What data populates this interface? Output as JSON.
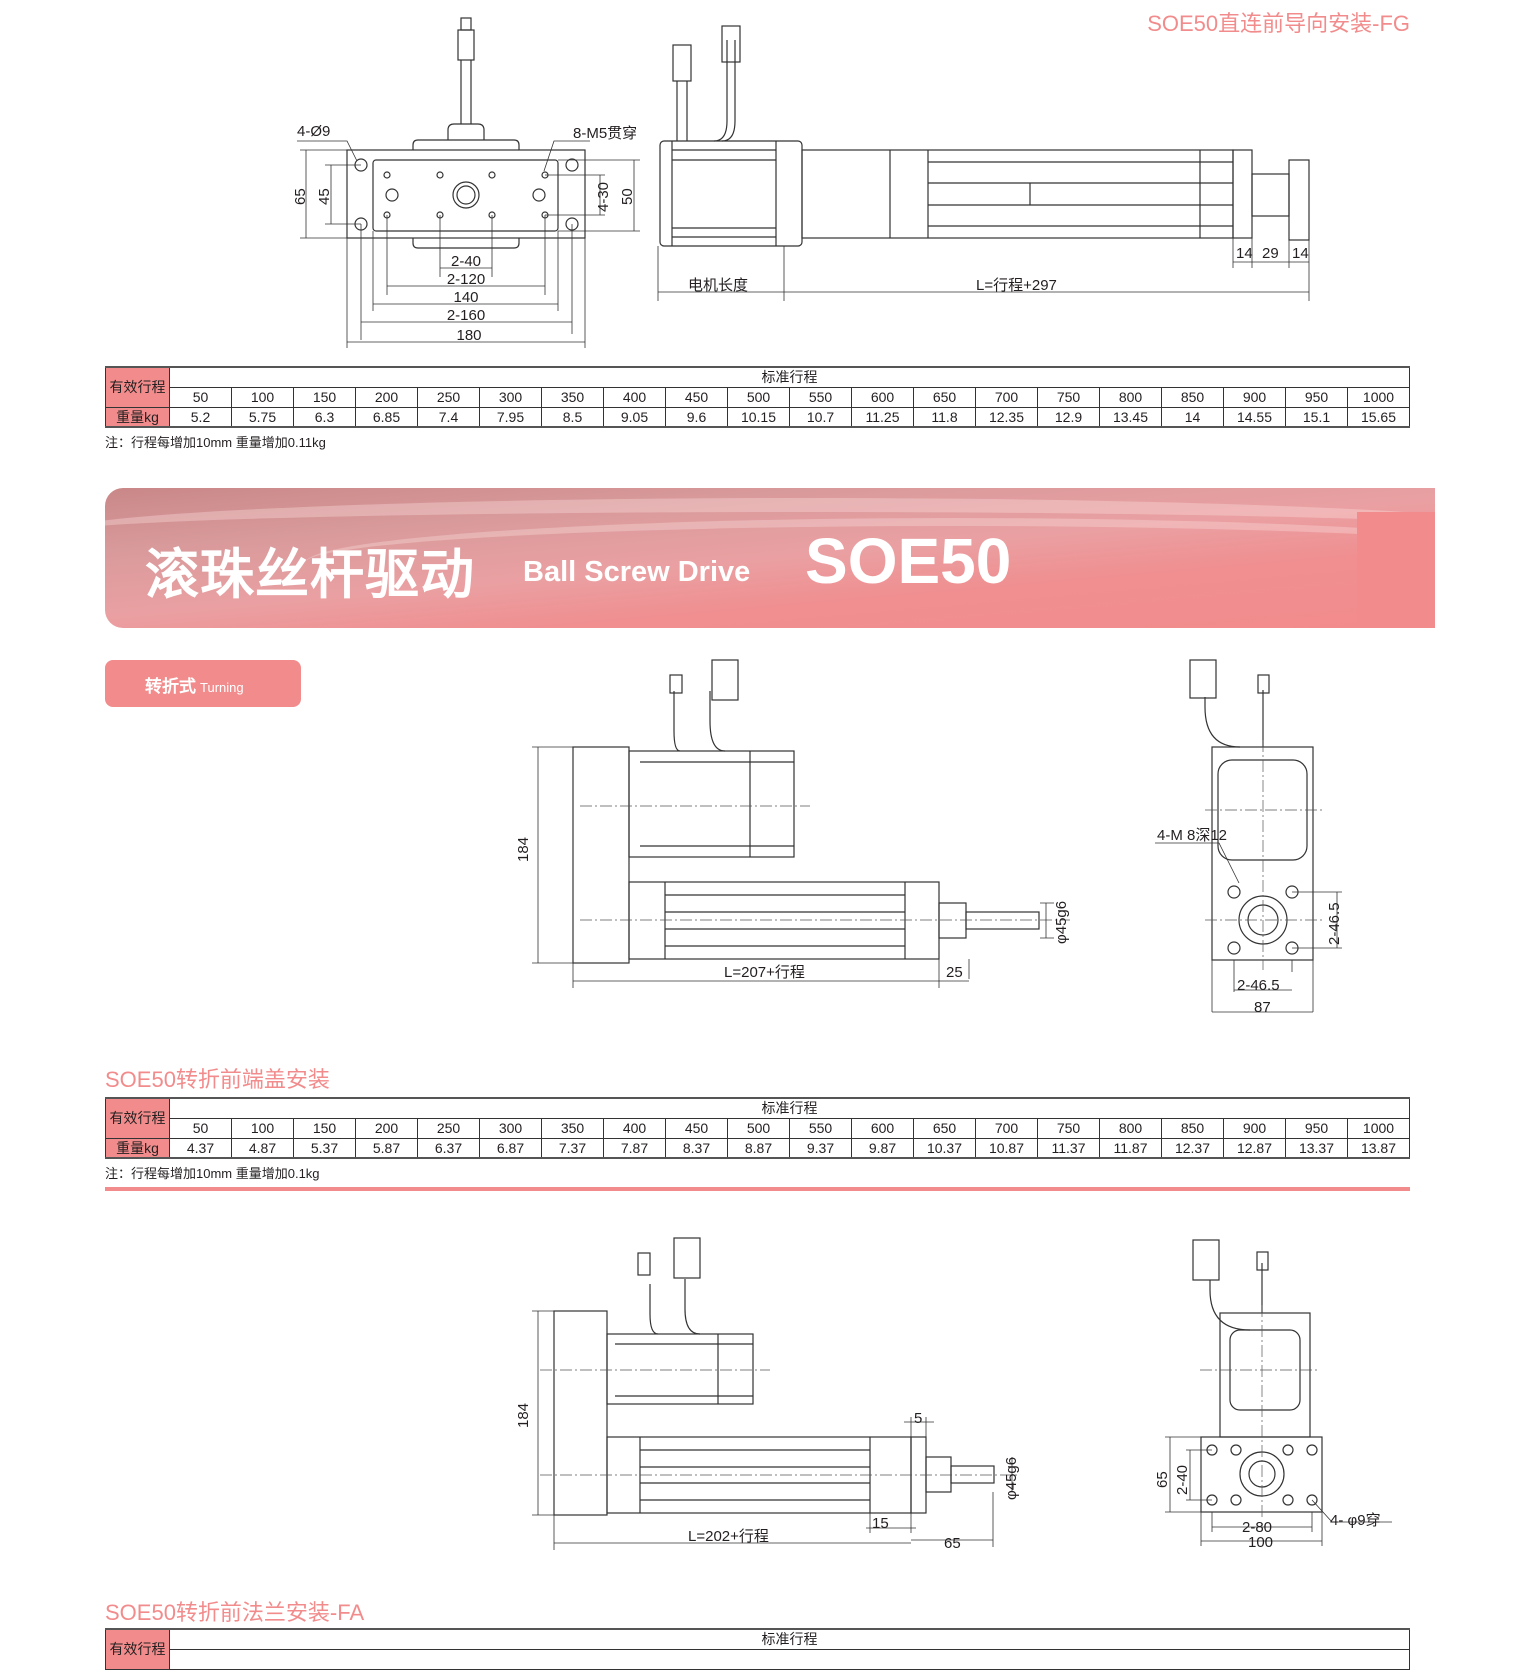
{
  "sections": {
    "fg_title": "SOE50直连前导向安装-FG",
    "front_cover_title": "SOE50转折前端盖安装",
    "flange_title": "SOE50转折前法兰安装-FA"
  },
  "banner": {
    "cn": "滚珠丝杆驱动",
    "en": "Ball Screw Drive",
    "model": "SOE50"
  },
  "pill": {
    "cn": "转折式",
    "en": "Turning"
  },
  "table_labels": {
    "stroke": "有效行程",
    "weight": "重量kg",
    "standard": "标准行程"
  },
  "strokes": [
    50,
    100,
    150,
    200,
    250,
    300,
    350,
    400,
    450,
    500,
    550,
    600,
    650,
    700,
    750,
    800,
    850,
    900,
    950,
    1000
  ],
  "table_fg": {
    "weights": [
      "5.2",
      "5.75",
      "6.3",
      "6.85",
      "7.4",
      "7.95",
      "8.5",
      "9.05",
      "9.6",
      "10.15",
      "10.7",
      "11.25",
      "11.8",
      "12.35",
      "12.9",
      "13.45",
      "14",
      "14.55",
      "15.1",
      "15.65"
    ],
    "note": "注：行程每增加10mm 重量增加0.11kg"
  },
  "table_front": {
    "weights": [
      "4.37",
      "4.87",
      "5.37",
      "5.87",
      "6.37",
      "6.87",
      "7.37",
      "7.87",
      "8.37",
      "8.87",
      "9.37",
      "9.87",
      "10.37",
      "10.87",
      "11.37",
      "11.87",
      "12.37",
      "12.87",
      "13.37",
      "13.87"
    ],
    "note": "注：行程每增加10mm 重量增加0.1kg"
  },
  "dims_fg": {
    "holes": "4-Ø9",
    "threads": "8-M5贯穿",
    "h65": "65",
    "h45": "45",
    "v430": "4-30",
    "v50": "50",
    "w240": "2-40",
    "w2120": "2-120",
    "w140": "140",
    "w2160": "2-160",
    "w180": "180",
    "motor_len": "电机长度",
    "length": "L=行程+297",
    "d14a": "14",
    "d29": "29",
    "d14b": "14"
  },
  "dims_turn": {
    "h184": "184",
    "length": "L=207+行程",
    "d25": "25",
    "rod": "φ45g6",
    "taps": "4-M 8深12",
    "v465": "2-46.5",
    "h465": "2-46.5",
    "w87": "87"
  },
  "dims_flange": {
    "h184": "184",
    "d5": "5",
    "d15": "15",
    "rod": "φ45g6",
    "length": "L=202+行程",
    "d65": "65",
    "v65": "65",
    "v240": "2-40",
    "holes": "4- φ9穿",
    "w280": "2-80",
    "w100": "100"
  }
}
